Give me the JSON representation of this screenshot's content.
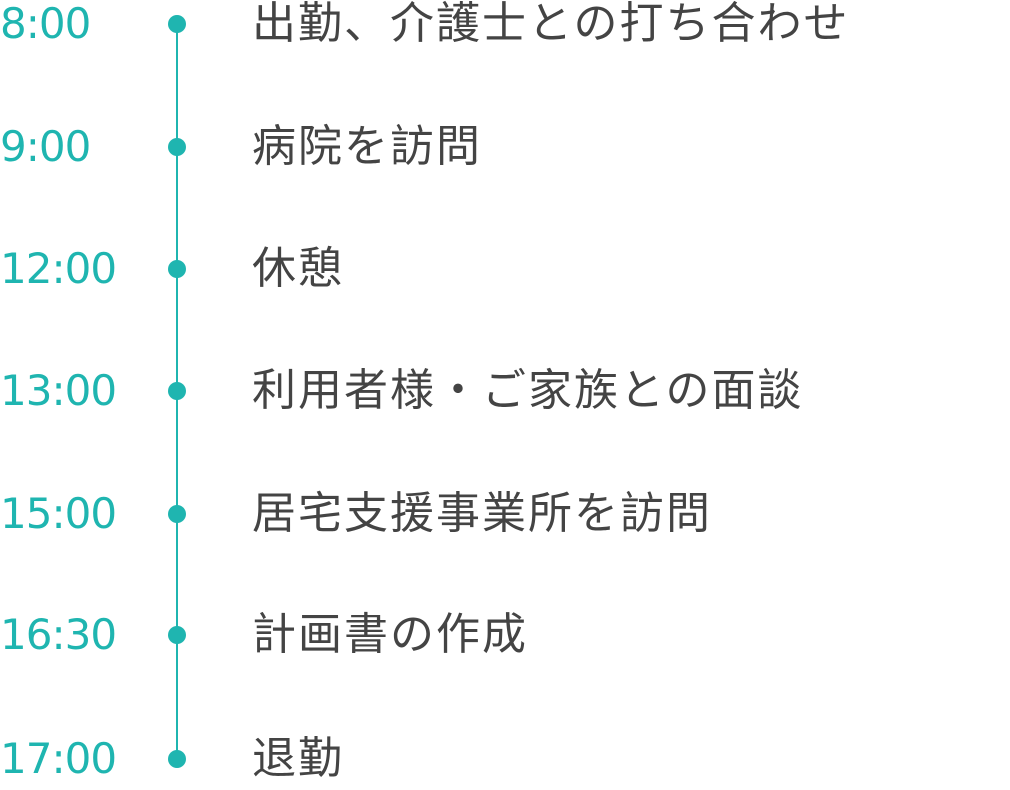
{
  "schedule": [
    {
      "time": "8:00",
      "event": "出勤、介護士との打ち合わせ"
    },
    {
      "time": "9:00",
      "event": "病院を訪問"
    },
    {
      "time": "12:00",
      "event": "休憩"
    },
    {
      "time": "13:00",
      "event": "利用者様・ご家族との面談"
    },
    {
      "time": "15:00",
      "event": "居宅支援事業所を訪問"
    },
    {
      "time": "16:30",
      "event": "計画書の作成"
    },
    {
      "time": "17:00",
      "event": "退勤"
    }
  ],
  "colors": {
    "accent": "#1fb5b0",
    "text": "#444444"
  }
}
